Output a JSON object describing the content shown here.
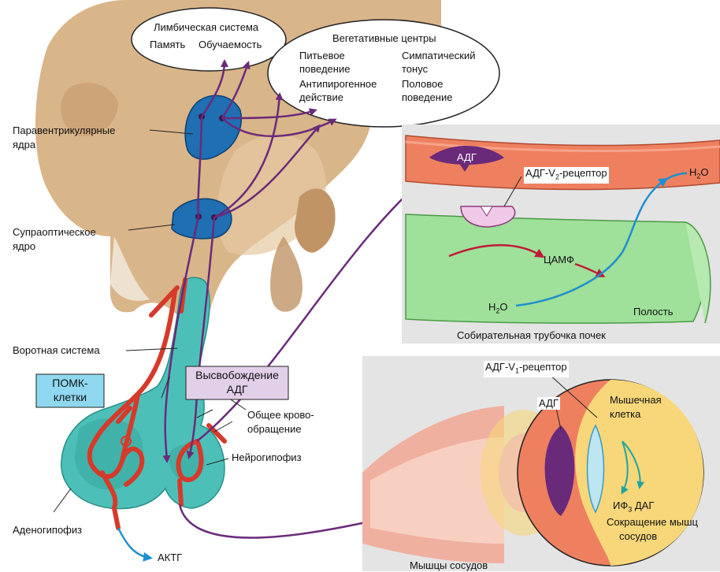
{
  "limbic": {
    "title": "Лимбическая система",
    "memory": "Память",
    "learning": "Обучаемость"
  },
  "vegetative": {
    "title": "Вегетативные центры",
    "drinking_1": "Питьевое",
    "drinking_2": "поведение",
    "antipyro_1": "Антипирогенное",
    "antipyro_2": "действие",
    "sympathetic_1": "Симпатический",
    "sympathetic_2": "тонус",
    "sexual_1": "Половое",
    "sexual_2": "поведение"
  },
  "brain": {
    "paraventricular_1": "Паравентрикулярные",
    "paraventricular_2": "ядра",
    "supraoptic_1": "Супраоптическое",
    "supraoptic_2": "ядро",
    "portal_system": "Воротная система",
    "pomc_1": "ПОМК-",
    "pomc_2": "клетки",
    "adh_release_1": "Высвобождение",
    "adh_release_2": "АДГ",
    "circulation_1": "Общее крово-",
    "circulation_2": "обращение",
    "neurohypophysis": "Нейрогипофиз",
    "adenohypophysis": "Аденогипофиз",
    "acth": "АКТГ"
  },
  "kidney": {
    "adh": "АДГ",
    "receptor_prefix": "АДГ-V",
    "receptor_sub": "2",
    "receptor_suffix": "-рецептор",
    "h2o_out": "H",
    "h2o_out_sub": "2",
    "h2o_out_suffix": "O",
    "camp": "ЦАМФ",
    "h2o_in": "H",
    "h2o_in_sub": "2",
    "h2o_in_suffix": "O",
    "lumen": "Полость",
    "caption": "Собирательная трубочка почек"
  },
  "vessel": {
    "receptor_prefix": "АДГ-V",
    "receptor_sub": "1",
    "receptor_suffix": "-рецептор",
    "adh": "АДГ",
    "muscle_cell_1": "Мышечная",
    "muscle_cell_2": "клетка",
    "ip3_prefix": "ИФ",
    "ip3_sub": "3",
    "dag": "ДАГ",
    "contraction_1": "Сокращение мышц",
    "contraction_2": "сосудов",
    "caption": "Мышцы сосудов"
  },
  "colors": {
    "tissue": "#d9b58a",
    "tissue_dark": "#c19466",
    "nucleus": "#1f6fb2",
    "pathway": "#6a2a7a",
    "pituitary": "#4cc0b8",
    "vessel_red": "#d53a2a",
    "kidney_wall": "#ee8060",
    "kidney_lumen": "#9fe09a",
    "panel_bg": "#e4e4e4",
    "arrow_blue": "#1e8fd0",
    "arrow_red": "#c01a3a",
    "pomc_box": "#8fd8f0",
    "adh_box": "#e2cfe8",
    "muscle_bg": "#f7d77a"
  }
}
